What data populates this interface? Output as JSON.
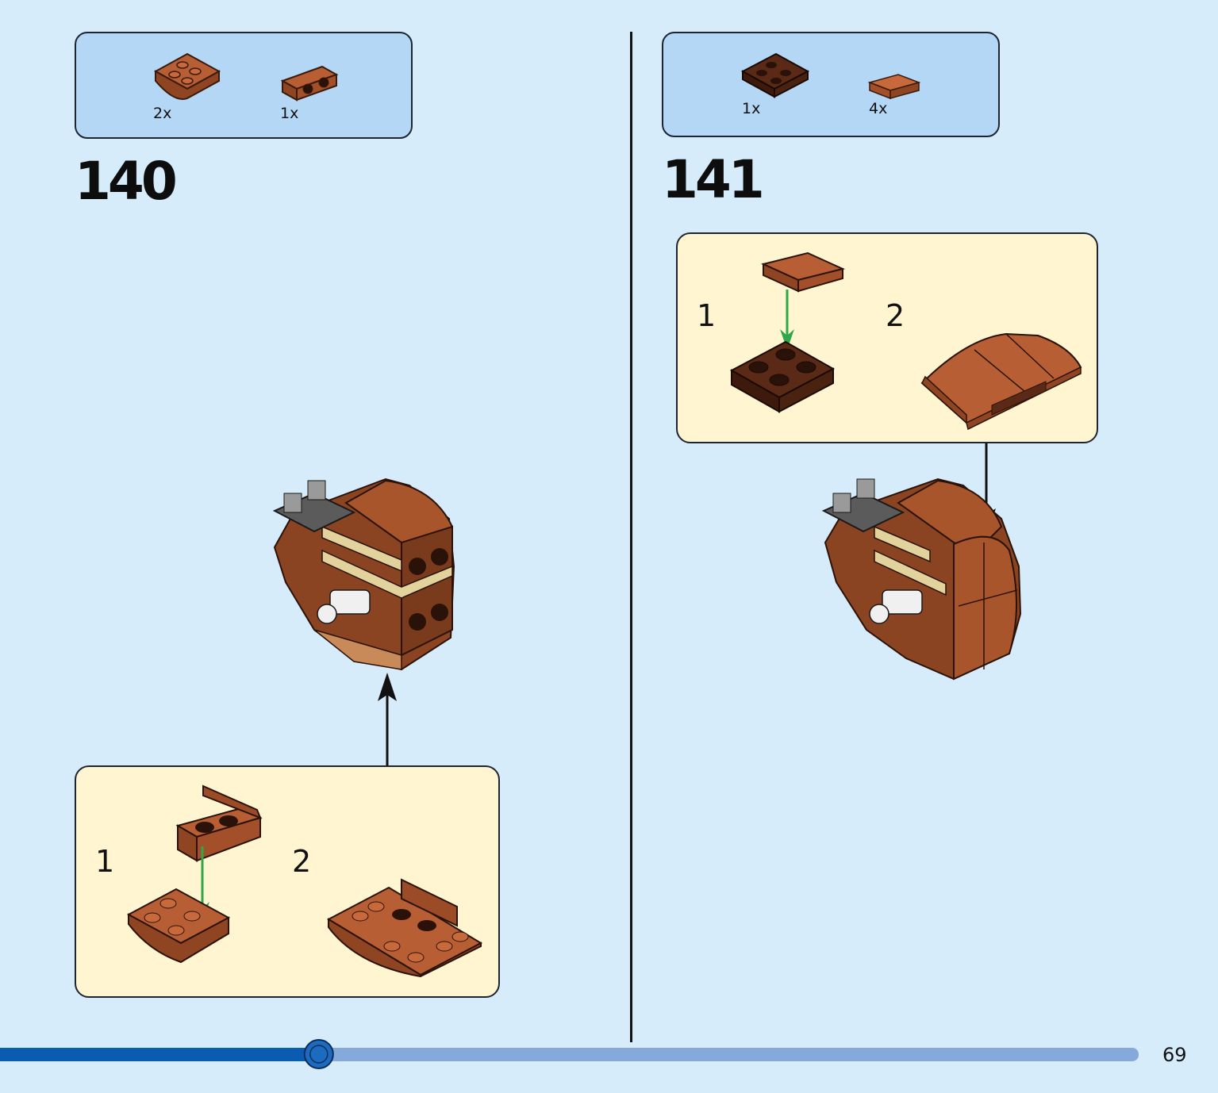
{
  "steps": [
    {
      "number": "140",
      "parts": [
        {
          "qty": "2x",
          "icon": "brown-inverted-slope-plate-icon"
        },
        {
          "qty": "1x",
          "icon": "brown-bracket-plate-icon"
        }
      ],
      "substeps": [
        "1",
        "2"
      ]
    },
    {
      "number": "141",
      "parts": [
        {
          "qty": "1x",
          "icon": "dark-brown-plate-2x2-icon"
        },
        {
          "qty": "4x",
          "icon": "brown-curved-slope-icon"
        }
      ],
      "substeps": [
        "1",
        "2"
      ]
    }
  ],
  "colors": {
    "background": "#d6ecfb",
    "parts_box": "#b3d7f5",
    "sub_box": "#fff5d1",
    "brick_brown": "#a0522d",
    "brick_dark_brown": "#5a2a16",
    "arrow_green": "#2ea84a",
    "progress_fill": "#0a5cb0",
    "progress_track": "#86a9db"
  },
  "progress": {
    "fraction": 0.28
  },
  "page_number": "69"
}
